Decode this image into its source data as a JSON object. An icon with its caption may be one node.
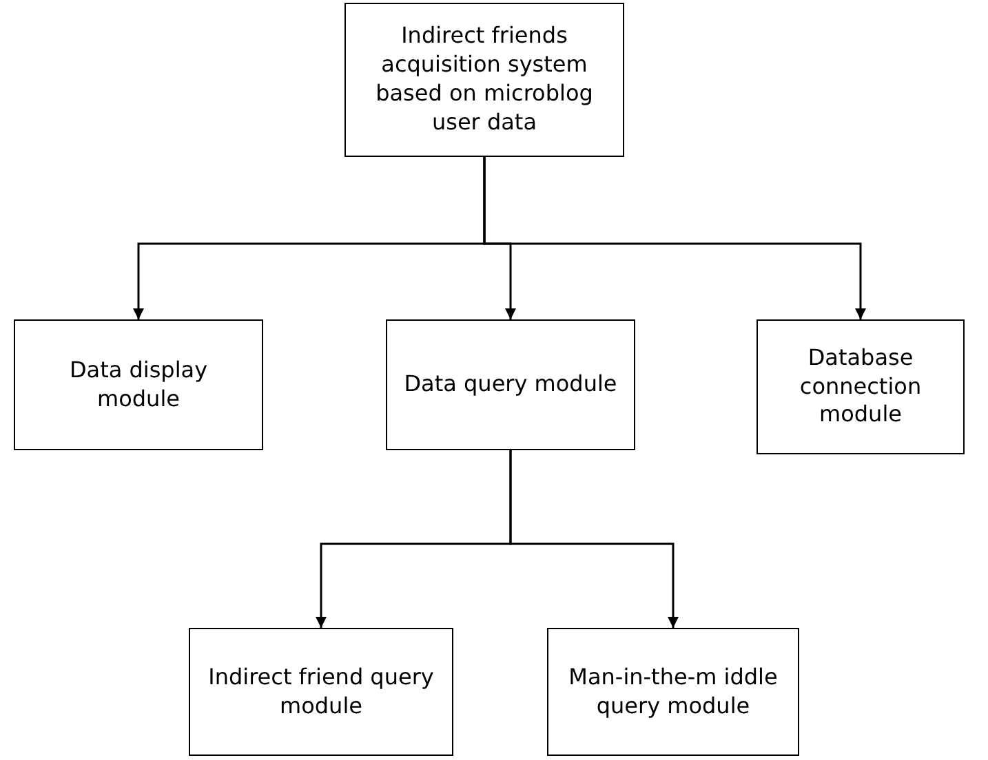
{
  "diagram": {
    "nodes": [
      {
        "text": [
          "Indirect friends acquisition system based on microblog user data"
        ]
      },
      {
        "text": [
          "Data display module"
        ]
      },
      {
        "text": [
          "Data query module"
        ]
      },
      {
        "text": [
          "Database connection module"
        ]
      },
      {
        "text": [
          "Indirect friend query module"
        ]
      },
      {
        "text": [
          "Man-in-the-m iddle query module"
        ]
      }
    ],
    "edges": [
      {
        "from": 0,
        "to": 1,
        "arrow": "to"
      },
      {
        "from": 0,
        "to": 2,
        "arrow": "to"
      },
      {
        "from": 0,
        "to": 3,
        "arrow": "to"
      },
      {
        "from": 2,
        "to": 4,
        "arrow": "to"
      },
      {
        "from": 2,
        "to": 5,
        "arrow": "to"
      }
    ]
  }
}
